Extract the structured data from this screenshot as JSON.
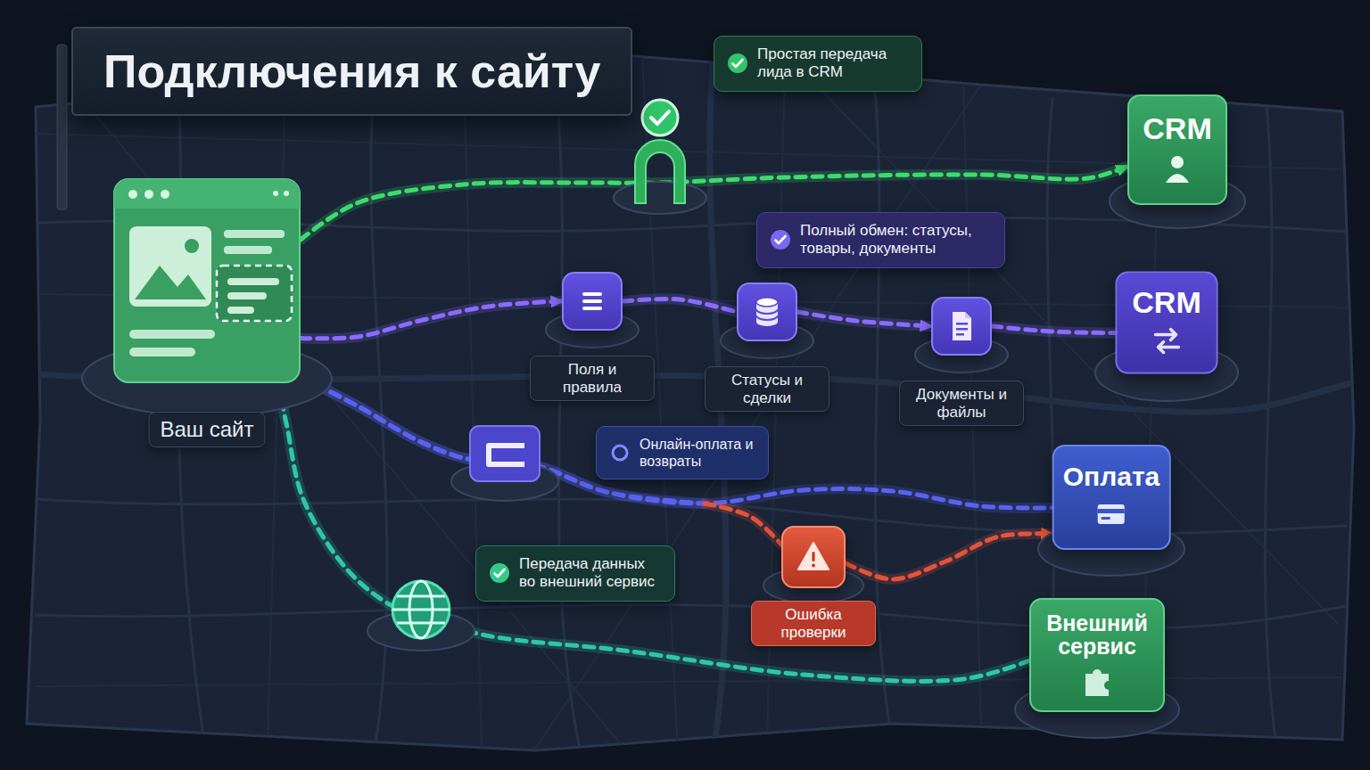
{
  "diagram": {
    "title": "Подключения к сайту",
    "nodes": [
      {
        "text": [
          "Ваш сайт"
        ]
      },
      {
        "text": [
          "Простая передача лида в CRM"
        ]
      },
      {
        "text": [
          "CRM"
        ]
      },
      {
        "text": [
          "Полный обмен: статусы, товары, документы"
        ]
      },
      {
        "text": [
          "Поля и правила"
        ]
      },
      {
        "text": [
          "Статусы и сделки"
        ]
      },
      {
        "text": [
          "Документы и файлы"
        ]
      },
      {
        "text": [
          "CRM"
        ]
      },
      {
        "text": [
          "Онлайн-оплата и возвраты"
        ]
      },
      {
        "text": [
          "Оплата"
        ]
      },
      {
        "text": [
          "Передача данных во внешний сервис"
        ]
      },
      {
        "text": [
          "Ошибка проверки"
        ]
      },
      {
        "text": [
          "Внешний сервис"
        ]
      }
    ],
    "edges": [
      {
        "from": 0,
        "to": 2,
        "arrow": "to"
      },
      {
        "from": 0,
        "to": 4,
        "arrow": "to"
      },
      {
        "from": 4,
        "to": 5,
        "arrow": "none"
      },
      {
        "from": 5,
        "to": 6,
        "arrow": "to"
      },
      {
        "from": 6,
        "to": 7,
        "arrow": "none"
      },
      {
        "from": 0,
        "to": 9,
        "arrow": "none"
      },
      {
        "from": 0,
        "to": 11,
        "arrow": "none"
      },
      {
        "from": 11,
        "to": 9,
        "arrow": "to"
      },
      {
        "from": 0,
        "to": 12,
        "arrow": "none"
      }
    ]
  }
}
